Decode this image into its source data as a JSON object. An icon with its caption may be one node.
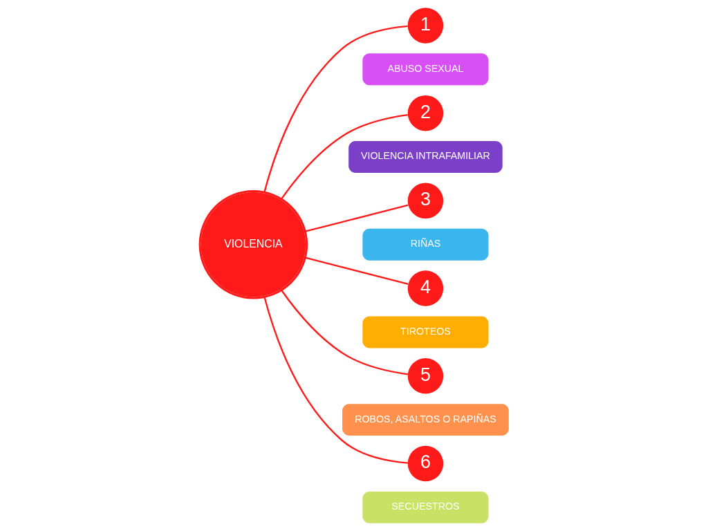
{
  "diagram": {
    "nodes": [
      {
        "text": [
          "VIOLENCIA"
        ]
      },
      {
        "text": [
          "1"
        ]
      },
      {
        "text": [
          "ABUSO SEXUAL"
        ]
      },
      {
        "text": [
          "2"
        ]
      },
      {
        "text": [
          "VIOLENCIA INTRAFAMILIAR"
        ]
      },
      {
        "text": [
          "3"
        ]
      },
      {
        "text": [
          "RIÑAS"
        ]
      },
      {
        "text": [
          "4"
        ]
      },
      {
        "text": [
          "TIROTEOS"
        ]
      },
      {
        "text": [
          "5"
        ]
      },
      {
        "text": [
          "ROBOS, ASALTOS O RAPIÑAS"
        ]
      },
      {
        "text": [
          "6"
        ]
      },
      {
        "text": [
          "SECUESTROS"
        ]
      }
    ],
    "edges": [
      {
        "from": 0,
        "to": 1,
        "arrow": "none"
      },
      {
        "from": 0,
        "to": 3,
        "arrow": "none"
      },
      {
        "from": 0,
        "to": 5,
        "arrow": "none"
      },
      {
        "from": 0,
        "to": 7,
        "arrow": "none"
      },
      {
        "from": 0,
        "to": 9,
        "arrow": "none"
      },
      {
        "from": 0,
        "to": 11,
        "arrow": "none"
      }
    ]
  }
}
